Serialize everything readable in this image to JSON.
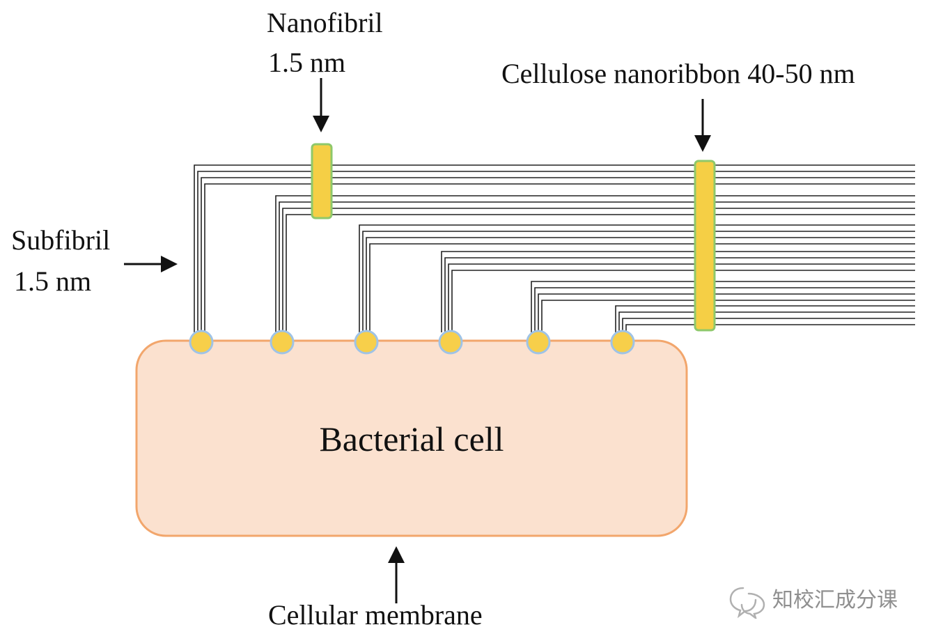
{
  "labels": {
    "nanofibril_name": "Nanofibril",
    "nanofibril_size": "1.5 nm",
    "nanoribbon": "Cellulose nanoribbon 40-50 nm",
    "subfibril_name": "Subfibril",
    "subfibril_size": "1.5 nm",
    "cell": "Bacterial cell",
    "membrane": "Cellular membrane"
  },
  "watermark": {
    "text": "知校汇成分课",
    "icon": "wechat-official-account-icon"
  },
  "colors": {
    "cell_fill": "#fbe1cf",
    "cell_border": "#f2a66c",
    "pore_fill": "#f7cf4a",
    "pore_ring": "#9fc3e6",
    "band_fill": "#f5cf45",
    "band_border": "#8ec86a",
    "fiber_line": "#222222"
  }
}
